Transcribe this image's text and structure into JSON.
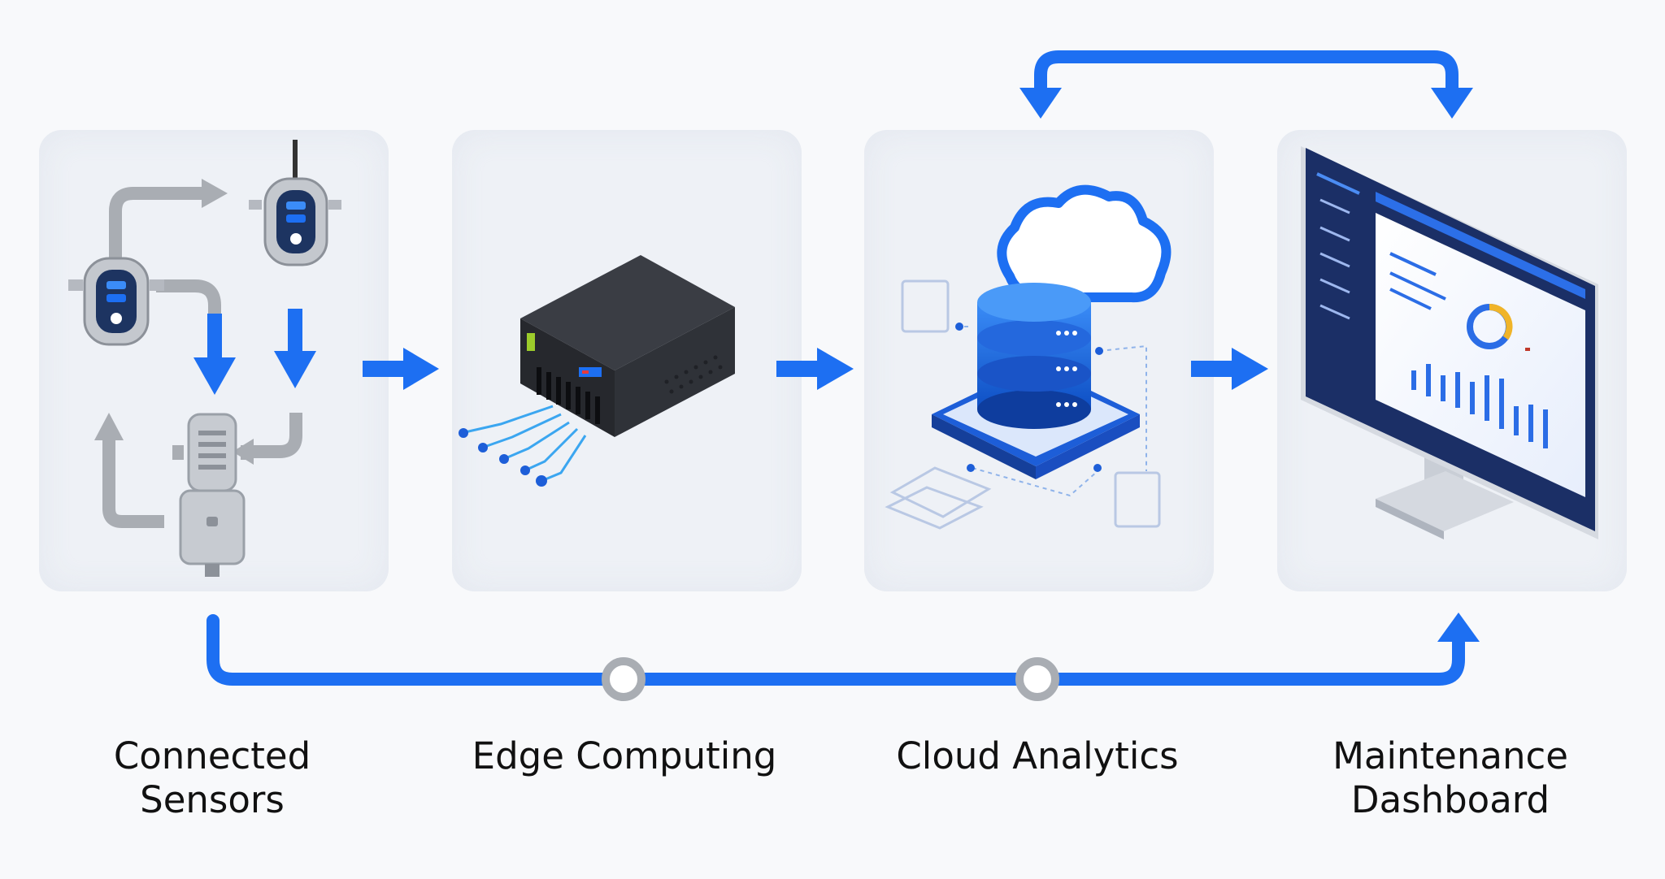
{
  "stages": [
    {
      "label": "Connected\nSensors"
    },
    {
      "label": "Edge Computing"
    },
    {
      "label": "Cloud Analytics"
    },
    {
      "label": "Maintenance\nDashboard"
    }
  ],
  "colors": {
    "accent": "#1d6ff2",
    "gray_arrow": "#a9adb3",
    "dark_device": "#2c2f35"
  },
  "icons": [
    "sensor-icon",
    "motor-icon",
    "edge-server-icon",
    "cloud-database-icon",
    "monitor-dashboard-icon"
  ]
}
